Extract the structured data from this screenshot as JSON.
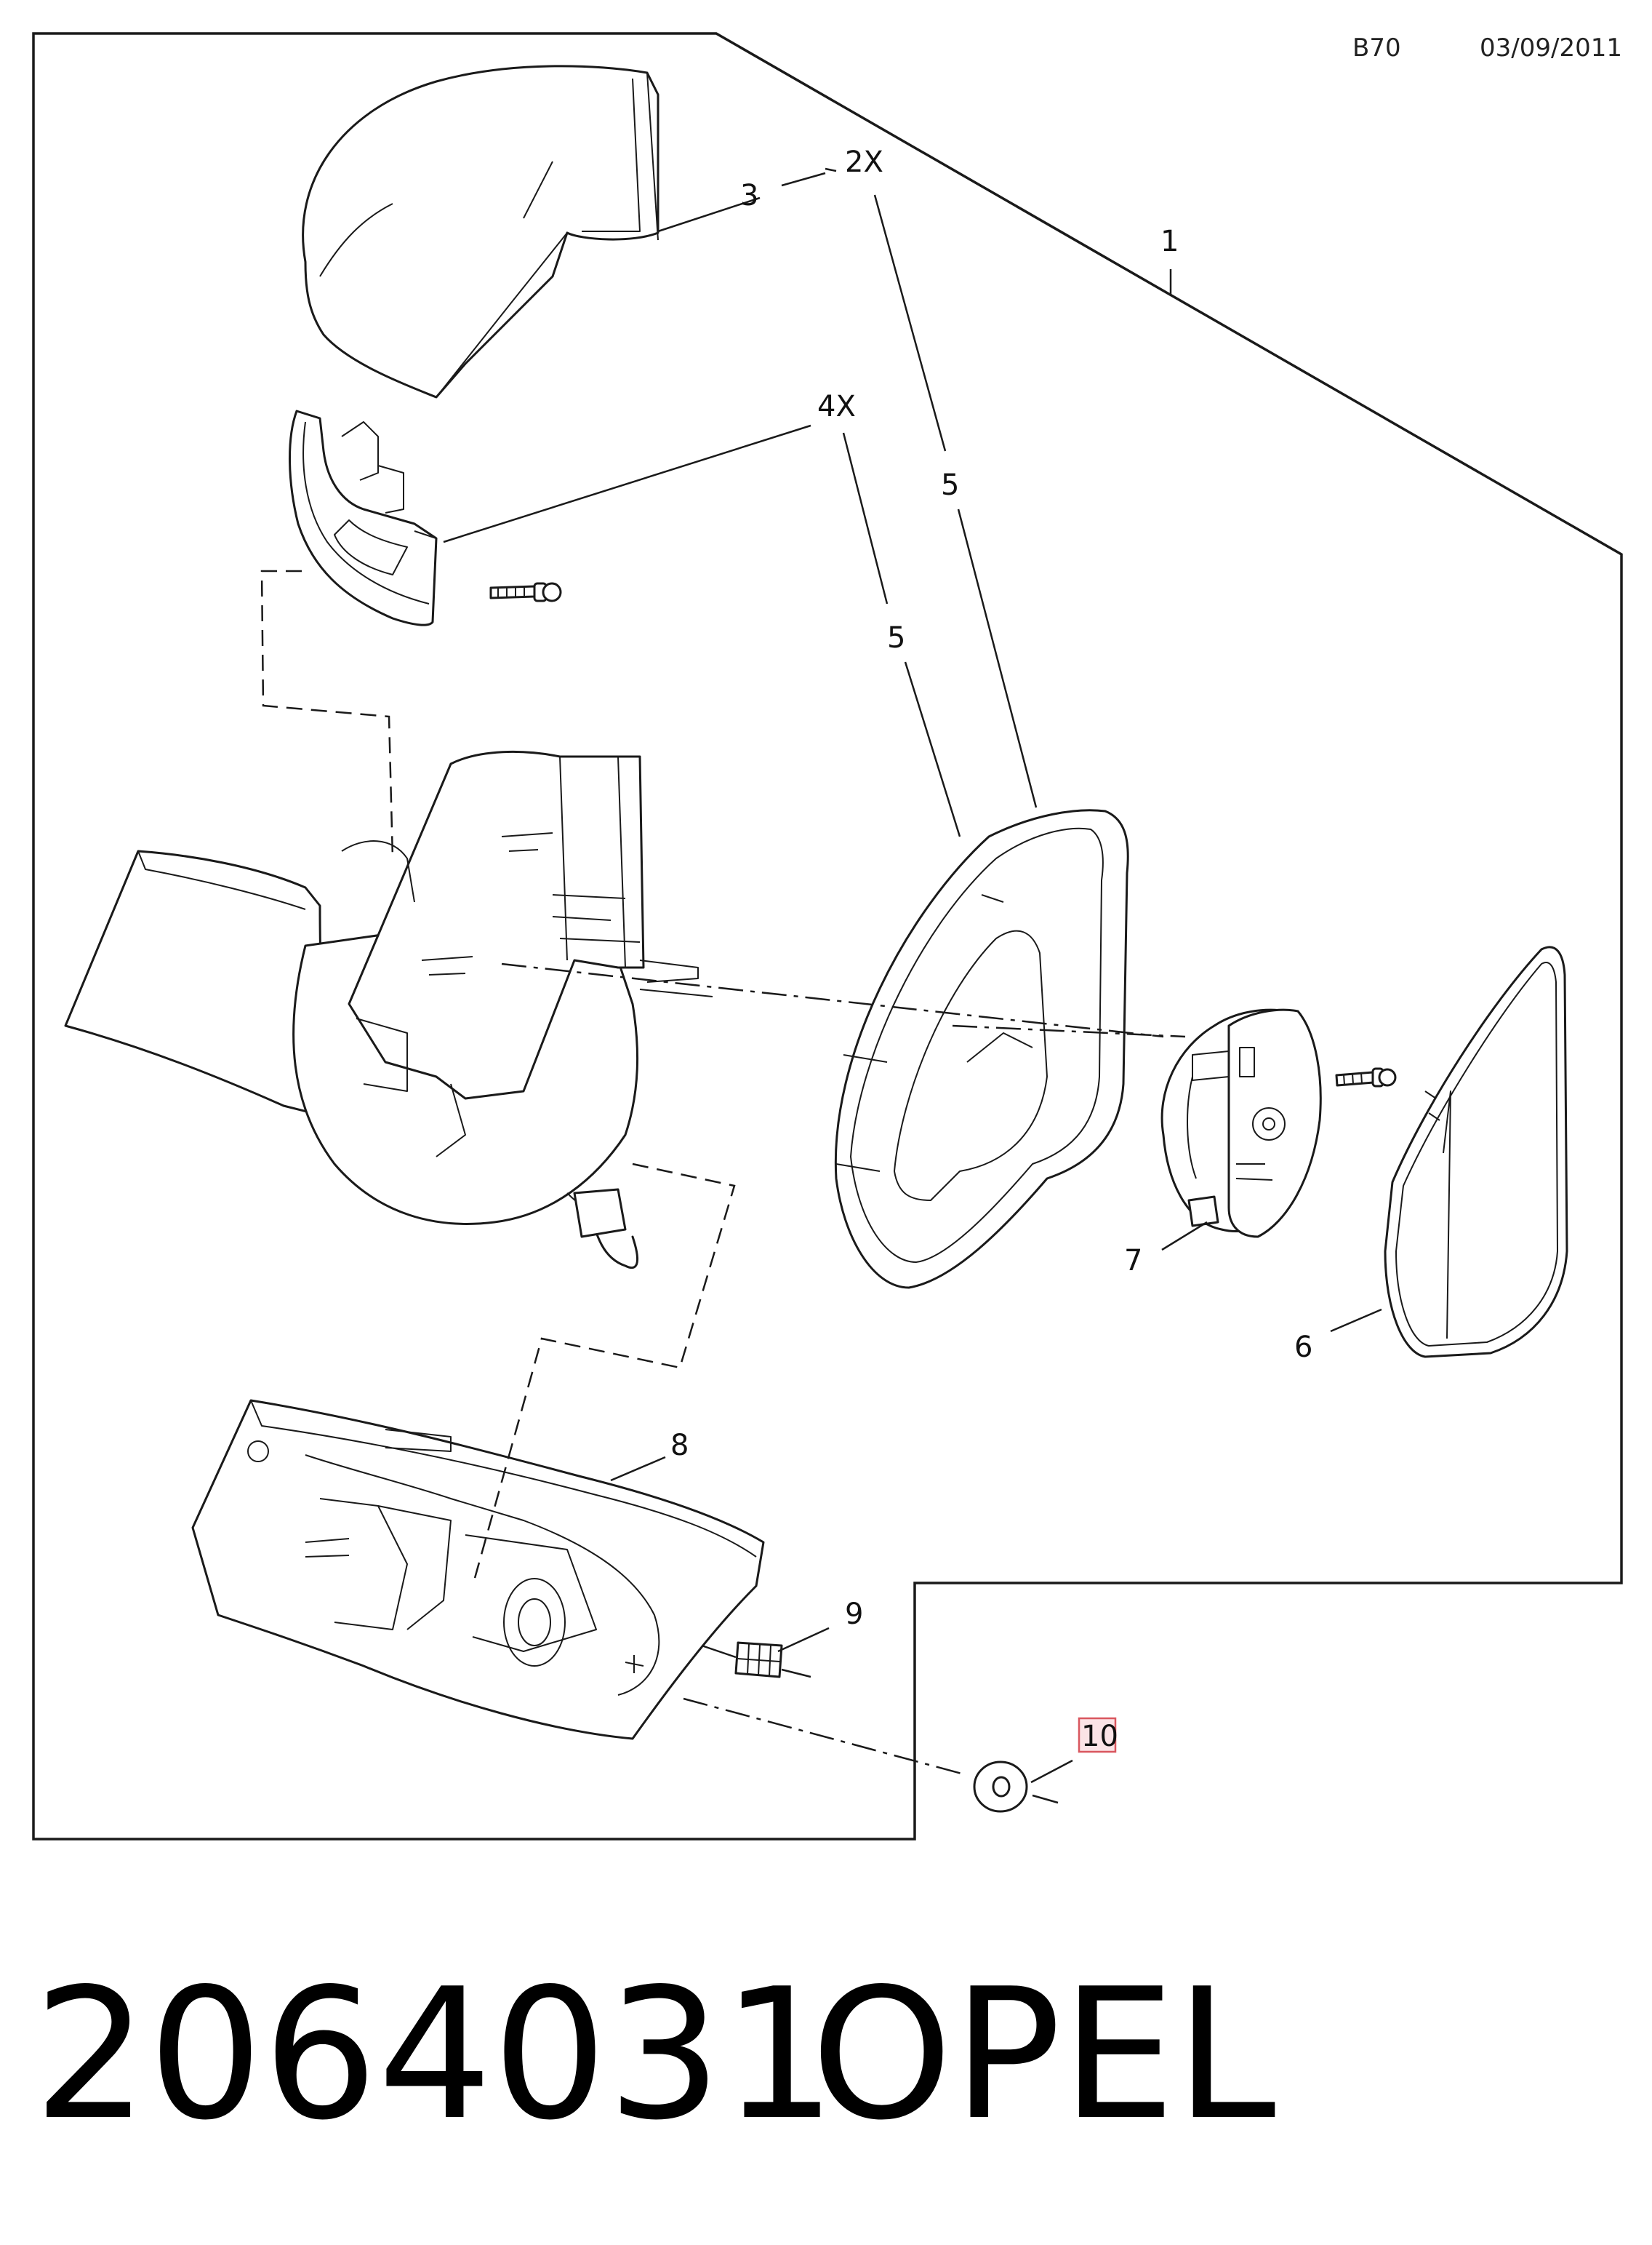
{
  "header": {
    "section_code": "B70",
    "date": "03/09/2011"
  },
  "callouts": {
    "c1": "1",
    "c2x": "2X",
    "c3": "3",
    "c4x": "4X",
    "c5a": "5",
    "c5b": "5",
    "c6": "6",
    "c7": "7",
    "c8": "8",
    "c9": "9",
    "c10": "10"
  },
  "footer": {
    "part_number": "2064031",
    "brand": "OPEL"
  },
  "colors": {
    "line": "#1a1a1a",
    "highlight_fill": "#fbe3e6",
    "highlight_stroke": "#d9575f"
  }
}
